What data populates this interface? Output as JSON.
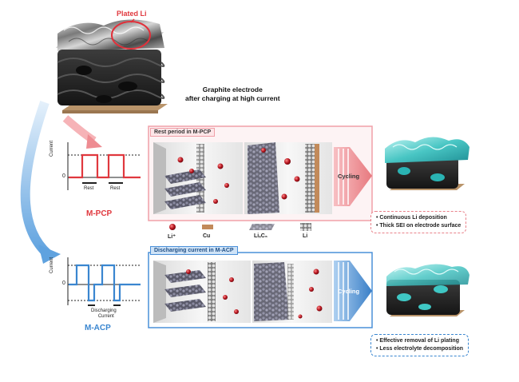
{
  "figure": {
    "plated_label": "Plated Li",
    "electrode_caption": [
      "Graphite electrode",
      "after charging at high current"
    ],
    "pcp": {
      "name": "M-PCP",
      "axis_label": "Current",
      "zero_label": "0",
      "rest_labels": [
        "Rest",
        "Rest"
      ],
      "color": "#e0383e"
    },
    "acp": {
      "name": "M-ACP",
      "axis_label": "Current",
      "zero_label": "0",
      "discharge_label": [
        "Discharging",
        "Current"
      ],
      "color": "#3a86d0"
    },
    "panel_top": {
      "title": "Rest period in M-PCP",
      "cycling_label": "Cycling",
      "border_color": "#f0a0a8"
    },
    "panel_bottom": {
      "title": "Discharging current in M-ACP",
      "cycling_label": "Cycling",
      "border_color": "#4a90d9"
    },
    "legend": [
      {
        "symbol": "li-ion",
        "label": "Li⁺"
      },
      {
        "symbol": "copper",
        "label": "Cu"
      },
      {
        "symbol": "lic6",
        "label": "LiₓC₆"
      },
      {
        "symbol": "lithium",
        "label": "Li"
      }
    ],
    "note_top": [
      "• Continuous Li deposition",
      "• Thick SEI on electrode surface"
    ],
    "note_bottom": [
      "• Effective removal of Li plating",
      "• Less electrolyte decomposition"
    ]
  }
}
